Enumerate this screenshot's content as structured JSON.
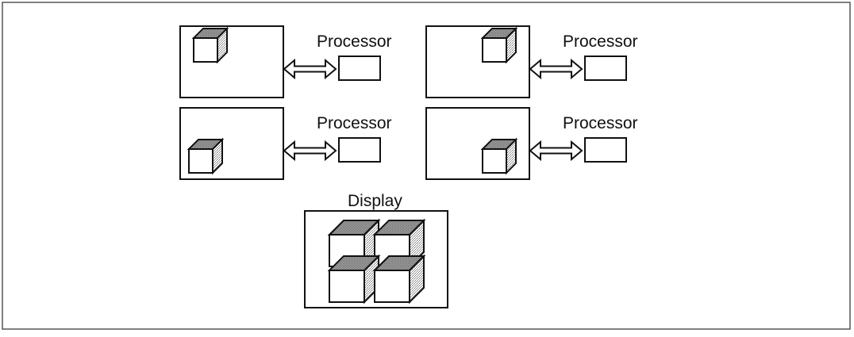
{
  "diagram": {
    "processors": [
      {
        "label": "Processor",
        "tile": "top-left"
      },
      {
        "label": "Processor",
        "tile": "top-right"
      },
      {
        "label": "Processor",
        "tile": "bottom-left"
      },
      {
        "label": "Processor",
        "tile": "bottom-right"
      }
    ],
    "display": {
      "label": "Display"
    },
    "colors": {
      "stroke": "#111111",
      "frame": "#555555",
      "background": "#ffffff",
      "stipple": "#777777"
    }
  }
}
